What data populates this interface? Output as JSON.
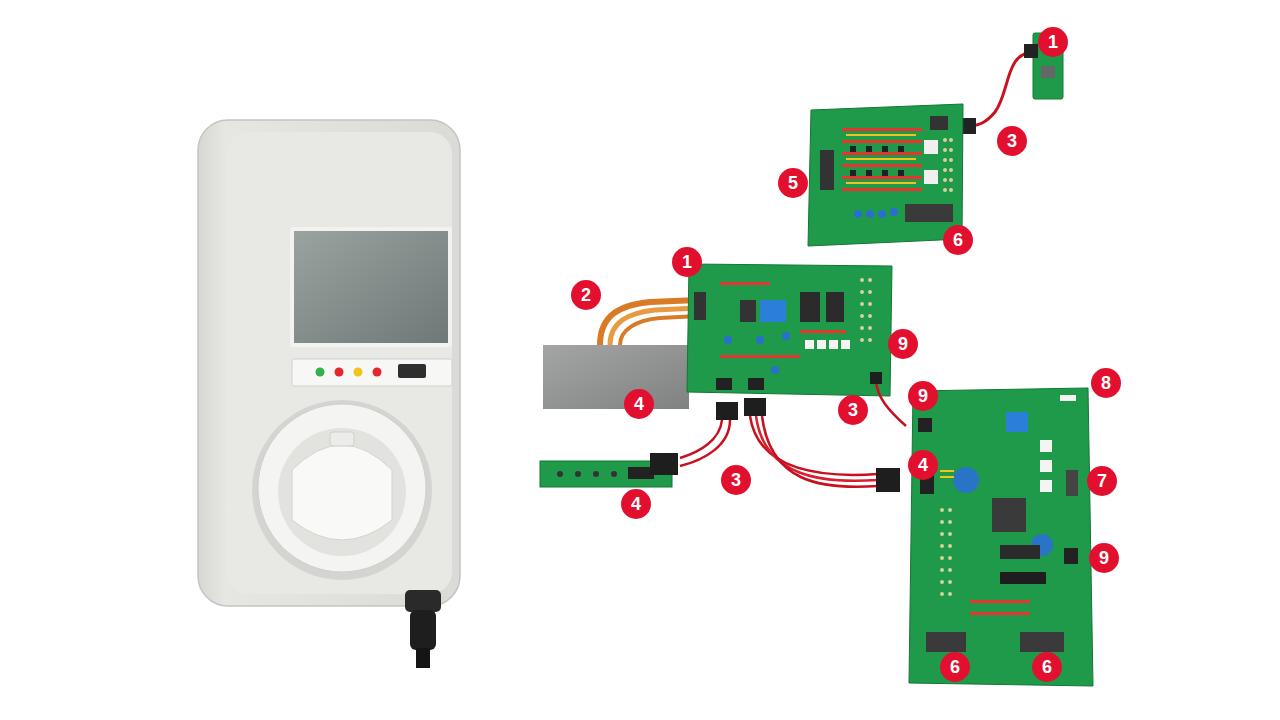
{
  "diagram": {
    "labels": [
      "1",
      "3",
      "5",
      "6",
      "1",
      "2",
      "9",
      "8",
      "9",
      "4",
      "3",
      "4",
      "3",
      "7",
      "4",
      "9",
      "6",
      "6"
    ]
  }
}
